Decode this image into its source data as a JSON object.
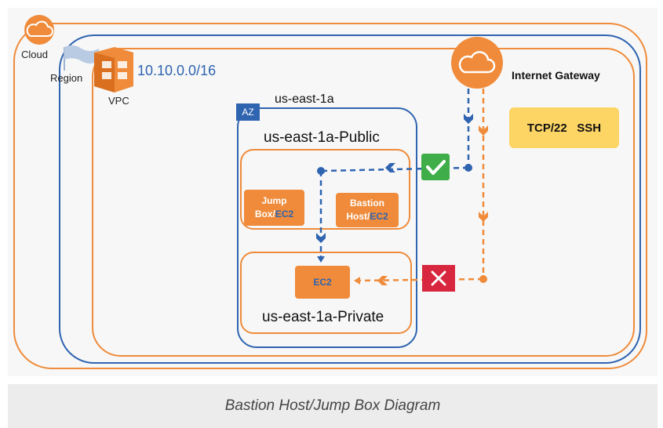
{
  "diagram": {
    "cloud_label": "Cloud",
    "region_label": "Region",
    "vpc_label": "VPC",
    "vpc_cidr": "10.10.0.0/16",
    "internet_gateway_label": "Internet Gateway",
    "availability_zone": {
      "badge": "AZ",
      "name": "us-east-1a"
    },
    "public_subnet": {
      "label": "us-east-1a-Public",
      "jump_box": {
        "line1": "Jump",
        "line2_prefix": "Box/",
        "line2_accent": "EC2"
      },
      "bastion_host": {
        "line1": "Bastion",
        "line2_prefix": "Host/",
        "line2_accent": "EC2"
      }
    },
    "private_subnet": {
      "label": "us-east-1a-Private",
      "instance": "EC2"
    },
    "protocol_note": "TCP/22   SSH",
    "icons": [
      "cloud-icon",
      "region-flag-icon",
      "vpc-icon",
      "internet-gateway-icon",
      "allow-check-icon",
      "deny-x-icon"
    ],
    "colors": {
      "aws_orange": "#ef8b3a",
      "aws_blue": "#2f64b0",
      "note_yellow": "#fdd565",
      "allow_green": "#3fae49",
      "deny_red": "#d7263d"
    }
  },
  "caption": "Bastion Host/Jump Box Diagram"
}
